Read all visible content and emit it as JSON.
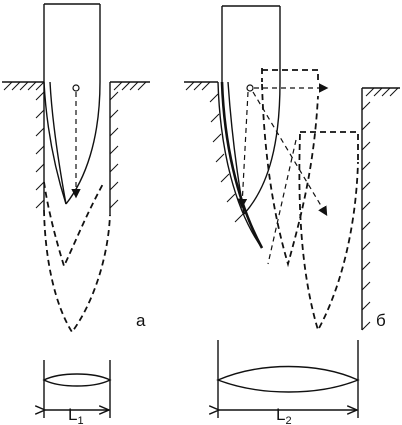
{
  "diagram": {
    "label_a": "а",
    "label_b": "б",
    "dimension_1": {
      "main": "L",
      "sub": "1"
    },
    "dimension_2": {
      "main": "L",
      "sub": "2"
    }
  }
}
